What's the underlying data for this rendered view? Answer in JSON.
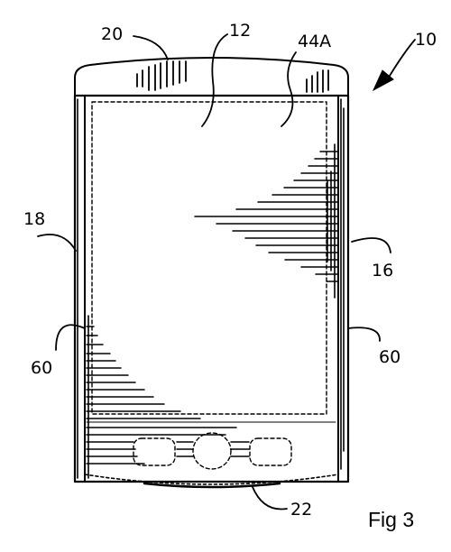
{
  "labels": {
    "device": "10",
    "screen": "12",
    "right_side": "16",
    "left_side": "18",
    "top_cap": "20",
    "bottom_cap": "22",
    "display_area": "44A",
    "left_panel": "60",
    "right_panel": "60"
  },
  "caption": "Fig 3",
  "colors": {
    "ink": "#000000",
    "paper": "#ffffff"
  }
}
